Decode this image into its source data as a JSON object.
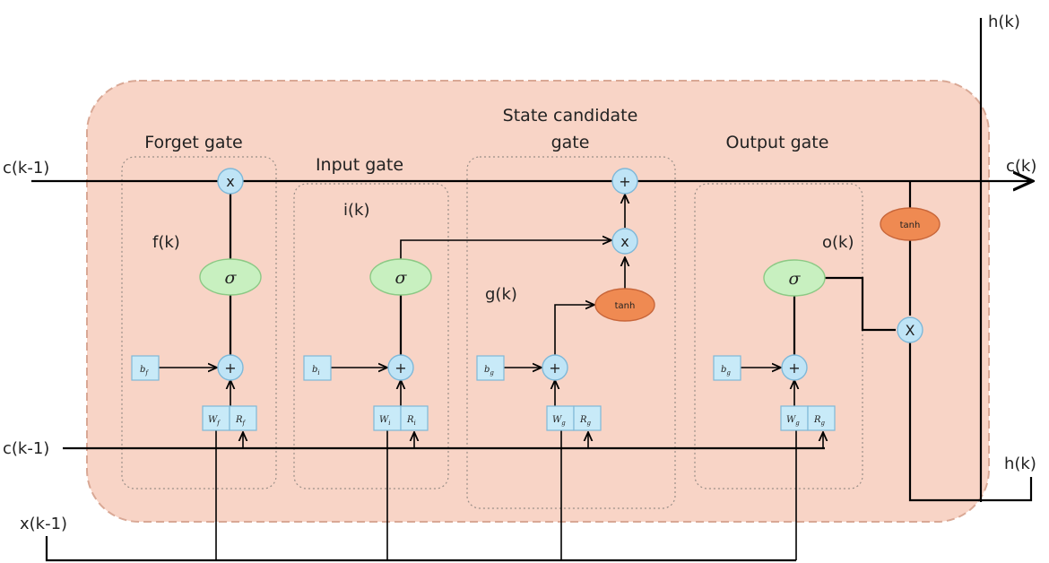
{
  "colors": {
    "cell_fill": "#f8d4c6",
    "cell_border": "#d9a895",
    "node_fill": "#bfe4f6",
    "sigma_fill": "#c8f0c0",
    "tanh_fill": "#ef8a52",
    "param_fill": "#c8eaf8"
  },
  "io": {
    "c_prev_top": "c(k-1)",
    "c_prev_bottom": "c(k-1)",
    "x_prev": "x(k-1)",
    "c_out": "c(k)",
    "h_top": "h(k)",
    "h_right": "h(k)"
  },
  "gates": {
    "forget": {
      "title": "Forget gate",
      "var": "f(k)",
      "bias": "b",
      "bias_sub": "f",
      "w": "W",
      "w_sub": "f",
      "r": "R",
      "r_sub": "f"
    },
    "input": {
      "title": "Input gate",
      "var": "i(k)",
      "bias": "b",
      "bias_sub": "i",
      "w": "W",
      "w_sub": "i",
      "r": "R",
      "r_sub": "i"
    },
    "candidate": {
      "title_line1": "State candidate",
      "title_line2": "gate",
      "var": "g(k)",
      "bias": "b",
      "bias_sub": "g",
      "w": "W",
      "w_sub": "g",
      "r": "R",
      "r_sub": "g"
    },
    "output": {
      "title": "Output gate",
      "var": "o(k)",
      "bias": "b",
      "bias_sub": "g",
      "w": "W",
      "w_sub": "g",
      "r": "R",
      "r_sub": "g"
    }
  },
  "ops": {
    "multiply": "x",
    "multiply_out": "X",
    "add": "+",
    "sigma": "σ",
    "tanh": "tanh"
  }
}
